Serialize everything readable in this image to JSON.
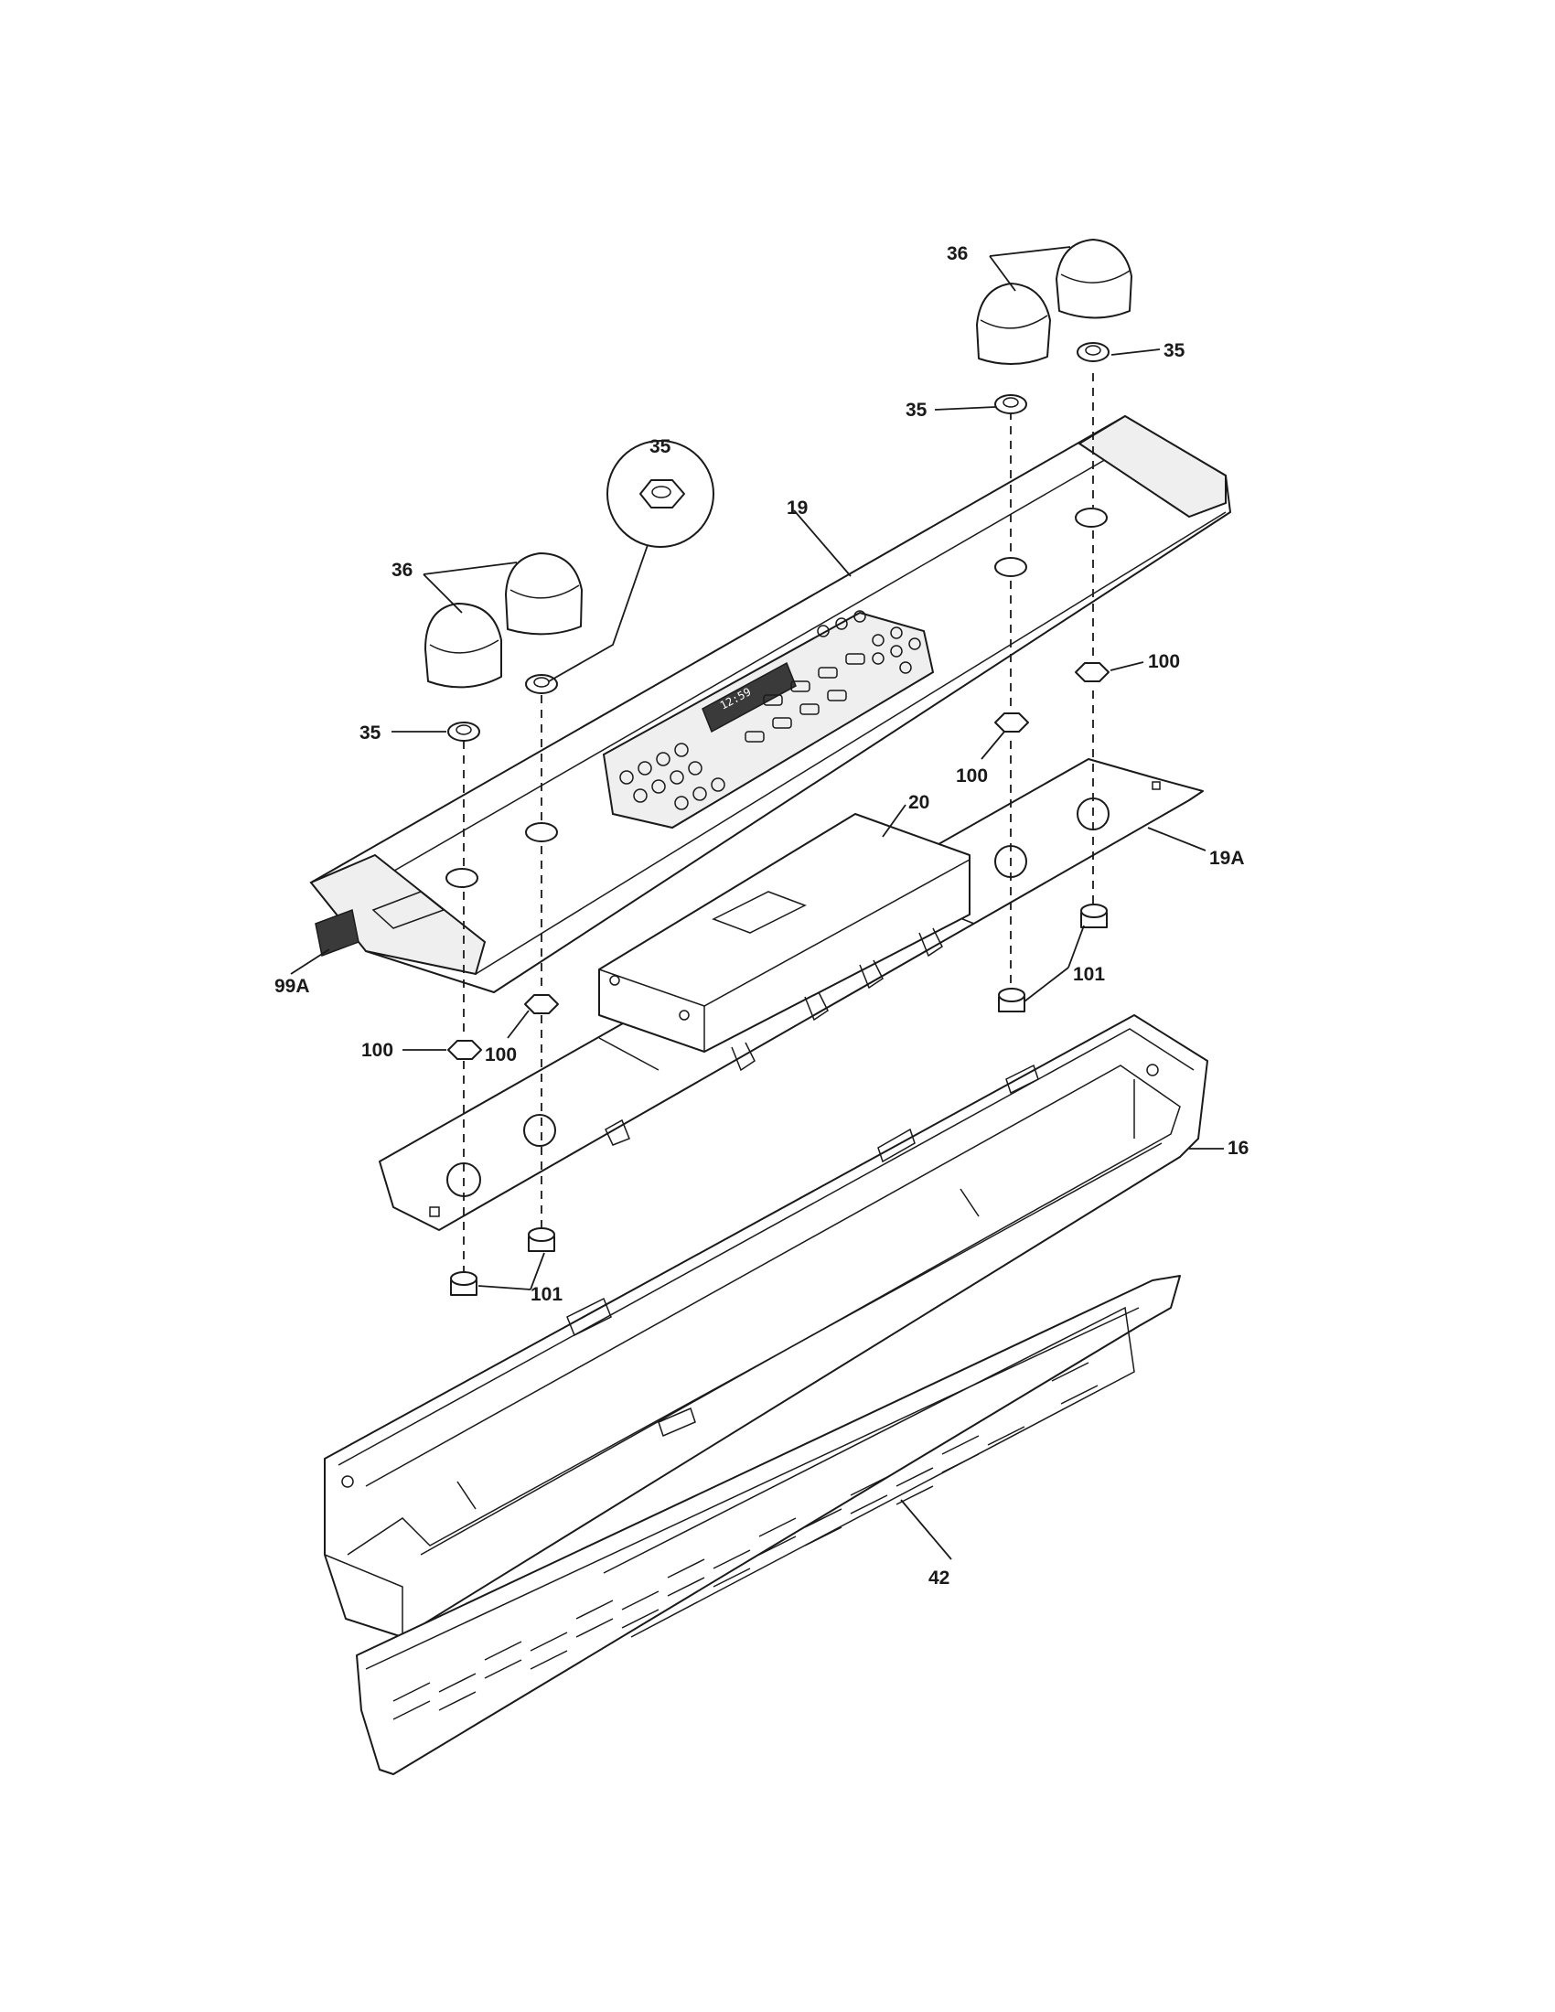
{
  "callouts": {
    "c36_left": "36",
    "c35_zoom": "35",
    "c19": "19",
    "c36_right": "36",
    "c35_right_top": "35",
    "c35_right_mid": "35",
    "c35_left": "35",
    "c100_right_top": "100",
    "c100_right_mid": "100",
    "c20": "20",
    "c19A": "19A",
    "c101_right": "101",
    "c99A": "99A",
    "c100_left_a": "100",
    "c100_left_b": "100",
    "c16": "16",
    "c101_left": "101",
    "c42": "42"
  },
  "display_readout": "12:59"
}
